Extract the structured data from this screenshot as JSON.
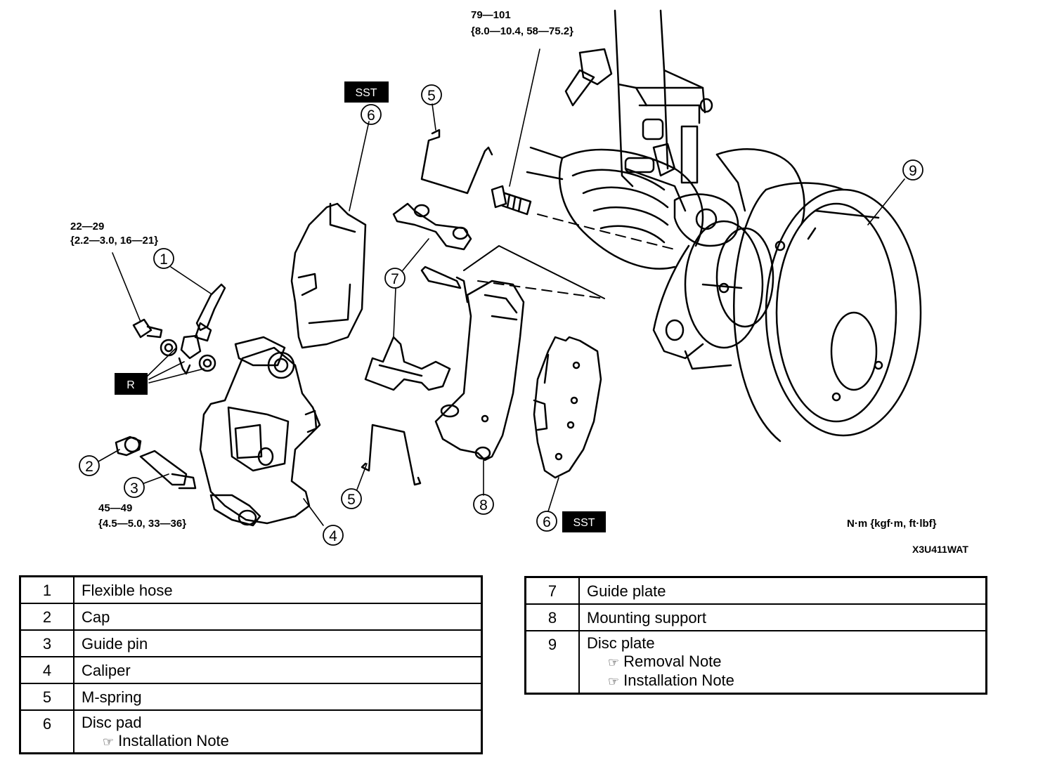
{
  "torque": {
    "t1": {
      "line1": "79—101",
      "line2": "{8.0—10.4, 58—75.2}"
    },
    "t2": {
      "line1": "22—29",
      "line2": "{2.2—3.0, 16—21}"
    },
    "t3": {
      "line1": "45—49",
      "line2": "{4.5—5.0, 33—36}"
    }
  },
  "tags": {
    "sst": "SST",
    "r": "R"
  },
  "callouts": [
    "1",
    "2",
    "3",
    "4",
    "5",
    "6",
    "7",
    "8",
    "9"
  ],
  "units": "N·m {kgf·m, ft·lbf}",
  "code": "X3U411WAT",
  "note_icon": "pointing-hand-icon",
  "notes": {
    "removal": "Removal Note",
    "installation": "Installation Note"
  },
  "parts_left": [
    {
      "num": "1",
      "name": "Flexible hose"
    },
    {
      "num": "2",
      "name": "Cap"
    },
    {
      "num": "3",
      "name": "Guide pin"
    },
    {
      "num": "4",
      "name": "Caliper"
    },
    {
      "num": "5",
      "name": "M-spring"
    },
    {
      "num": "6",
      "name": "Disc pad"
    }
  ],
  "parts_right": [
    {
      "num": "7",
      "name": "Guide plate"
    },
    {
      "num": "8",
      "name": "Mounting support"
    },
    {
      "num": "9",
      "name": "Disc plate"
    }
  ]
}
